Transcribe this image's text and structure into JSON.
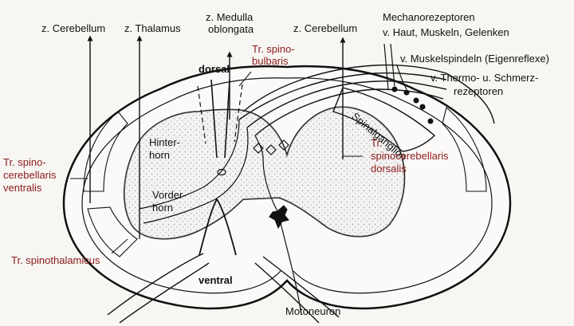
{
  "labels": {
    "cerebellum_left": "z. Cerebellum",
    "thalamus": "z. Thalamus",
    "medulla_line1": "z. Medulla",
    "medulla_line2": "oblongata",
    "cerebellum_right": "z. Cerebellum",
    "mechano_line1": "Mechanorezeptoren",
    "mechano_line2": "v. Haut, Muskeln, Gelenken",
    "muskelspindeln": "v. Muskelspindeln (Eigenreflexe)",
    "thermo_line1": "v. Thermo- u. Schmerz-",
    "thermo_line2": "rezeptoren",
    "dorsal": "dorsal",
    "ventral": "ventral",
    "hinterhorn_line1": "Hinter-",
    "hinterhorn_line2": "horn",
    "vorderhorn_line1": "Vorder-",
    "vorderhorn_line2": "horn",
    "spinalganglion": "Spinalganglion",
    "motoneuron": "Motoneuron"
  },
  "tract_labels": {
    "spinobulbaris_line1": "Tr. spino-",
    "spinobulbaris_line2": "bulbaris",
    "spinocerebellaris_ventralis_line1": "Tr. spino-",
    "spinocerebellaris_ventralis_line2": "cerebellaris",
    "spinocerebellaris_ventralis_line3": "ventralis",
    "spinocerebellaris_dorsalis_line1": "Tr.",
    "spinocerebellaris_dorsalis_line2": "spinocerebellaris",
    "spinocerebellaris_dorsalis_line3": "dorsalis",
    "spinothalamicus": "Tr. spinothalamicus"
  },
  "colors": {
    "ink": "#111111",
    "tract_label": "#8b1a1a",
    "grey_matter": "#ede9ea",
    "background": "#f7f6f3"
  }
}
